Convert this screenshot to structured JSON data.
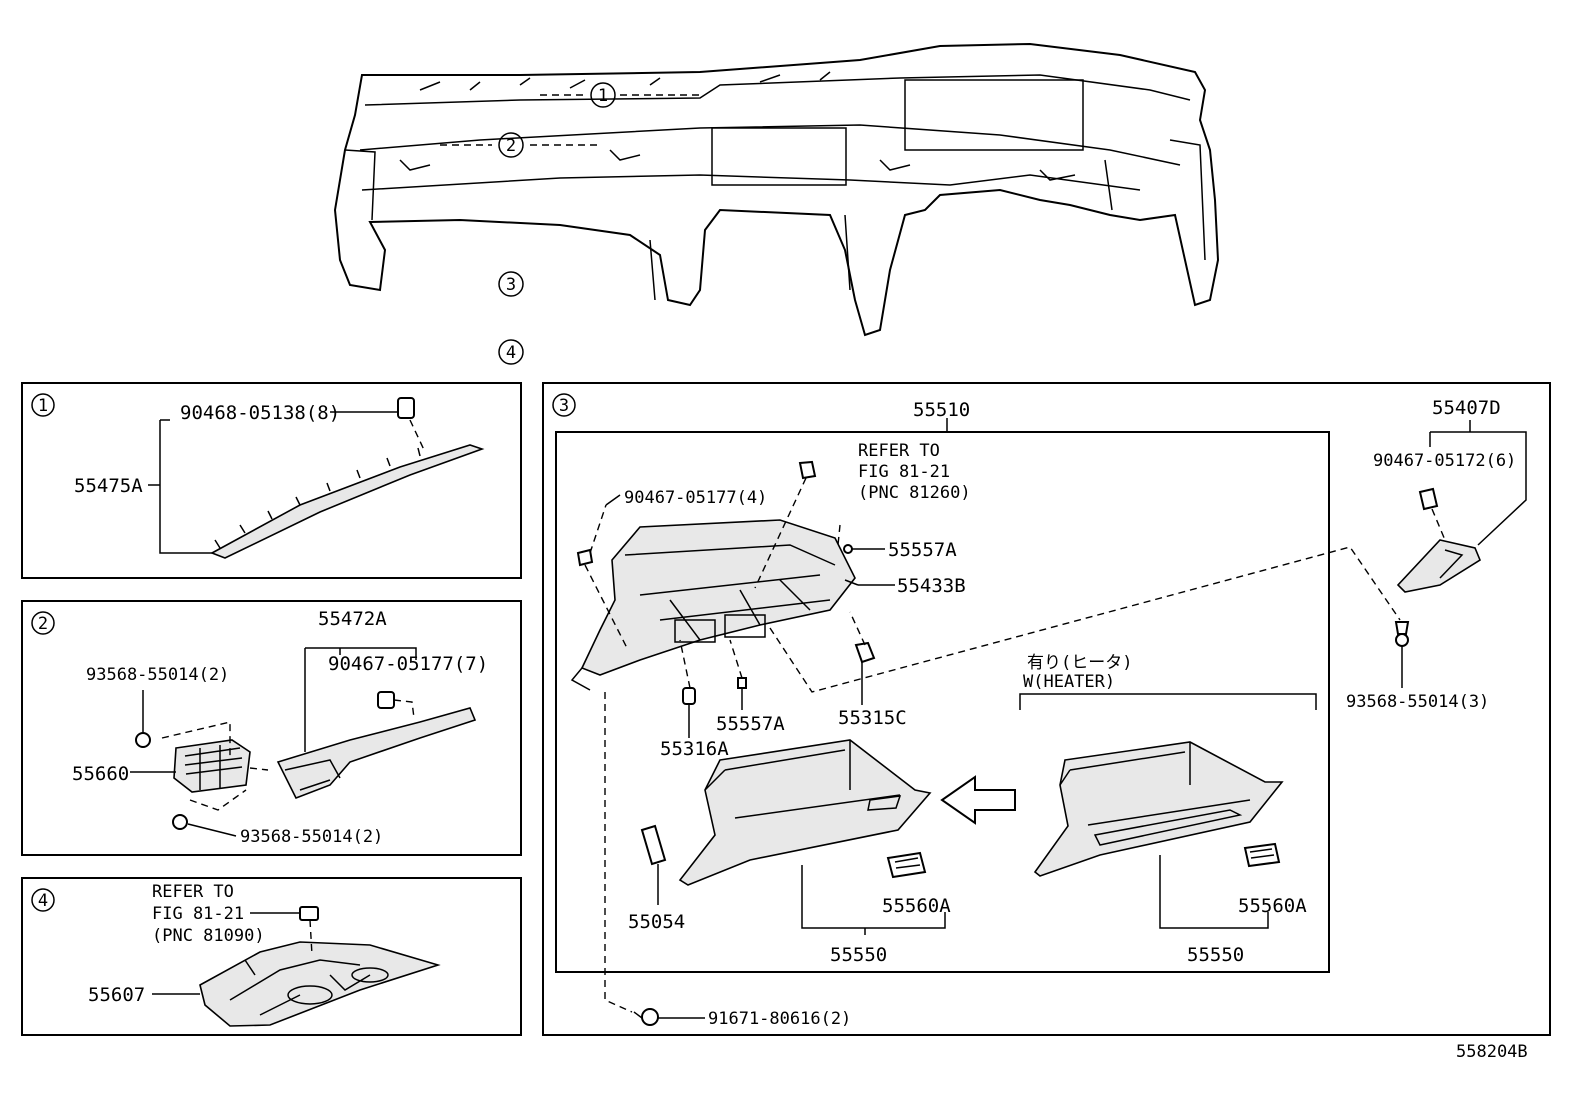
{
  "diagram_code": "558204B",
  "overview": {
    "callouts": [
      "1",
      "2",
      "3",
      "4"
    ]
  },
  "box1": {
    "index": "1",
    "labels": {
      "clip": "90468-05138(8)",
      "panel": "55475A"
    }
  },
  "box2": {
    "index": "2",
    "labels": {
      "panel": "55472A",
      "clip": "90467-05177(7)",
      "screw_top": "93568-55014(2)",
      "vent": "55660",
      "screw_bottom": "93568-55014(2)"
    }
  },
  "box4": {
    "index": "4",
    "refer": [
      "REFER TO",
      "FIG 81-21",
      "(PNC 81090)"
    ],
    "labels": {
      "panel": "55607"
    }
  },
  "box3": {
    "index": "3",
    "labels": {
      "assy": "55510",
      "clip": "90467-05177(4)",
      "stop": "55557A",
      "hinge": "55433B",
      "cushion_low": "55557A",
      "damper": "55316A",
      "lock": "55315C",
      "damper_rod": "55054",
      "door": "55550",
      "latch": "55560A",
      "door_heater": "55550",
      "latch_heater": "55560A",
      "screw_bottom": "91671-80616(2)",
      "side_part": "55407D",
      "side_clip": "90467-05172(6)",
      "side_screw": "93568-55014(3)"
    },
    "refer": [
      "REFER TO",
      "FIG 81-21",
      "(PNC 81260)"
    ],
    "heater_jp": "有り(ヒータ)",
    "heater_en": "W(HEATER)"
  }
}
